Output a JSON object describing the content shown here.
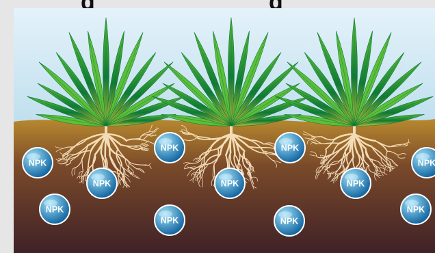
{
  "title_fragments": [
    "g",
    "g"
  ],
  "npk_label": "NPK",
  "colors": {
    "sky_top": "#e4f2fa",
    "sky_bottom": "#bfdfee",
    "soil_top": "#b8892e",
    "soil_mid": "#7a4a2a",
    "soil_bottom": "#3f2127",
    "root": "#f3dcb8",
    "leaf_dark": "#0f7a35",
    "leaf_light": "#5cbf3a",
    "leaf_yellow": "#c8c23a",
    "npk_light": "#9ee0f7",
    "npk_dark": "#0a5e9c"
  },
  "icons": [
    "plant-icon",
    "roots-icon",
    "npk-fertilizer-granule-icon"
  ]
}
